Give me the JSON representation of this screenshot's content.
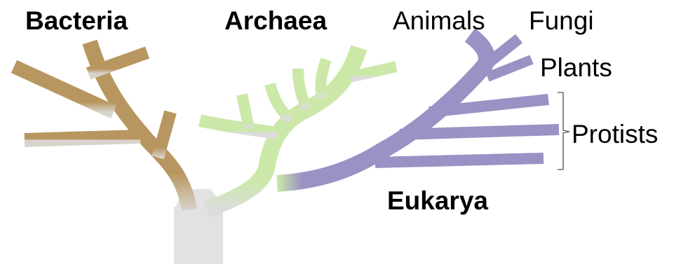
{
  "domains": {
    "bacteria": "Bacteria",
    "archaea": "Archaea",
    "eukarya": "Eukarya"
  },
  "groups": {
    "animals": "Animals",
    "fungi": "Fungi",
    "plants": "Plants",
    "protists": "Protists"
  },
  "colors": {
    "bacteria": "#b89660",
    "archaea": "#cce8a8",
    "eukarya": "#9a92c4",
    "root": "#e2e2e2",
    "bracket": "#6e6e6e"
  }
}
